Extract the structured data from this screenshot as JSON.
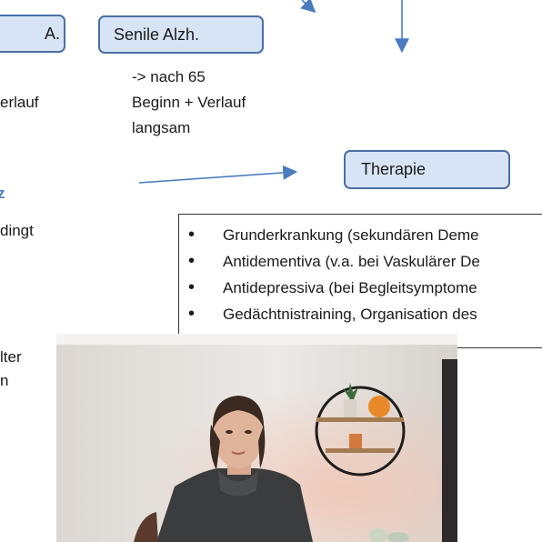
{
  "slide": {
    "box_left_label": "A.",
    "box_senile_label": "Senile Alzh.",
    "senile_lines": [
      "-> nach 65",
      "Beginn + Verlauf",
      "langsam"
    ],
    "left_fragments": [
      "erlauf",
      "z",
      "dingt",
      "lter",
      "n"
    ],
    "therapy_label": "Therapie",
    "therapy_items": [
      "Grunderkrankung (sekundären Deme",
      "Antidementiva (v.a. bei Vaskulärer De",
      "Antidepressiva (bei Begleitsymptome",
      "Gedächtnistraining, Organisation des"
    ]
  },
  "colors": {
    "box_fill": "#d6e4f5",
    "box_border": "#4a6fa5",
    "arrow": "#4a7bbf"
  }
}
